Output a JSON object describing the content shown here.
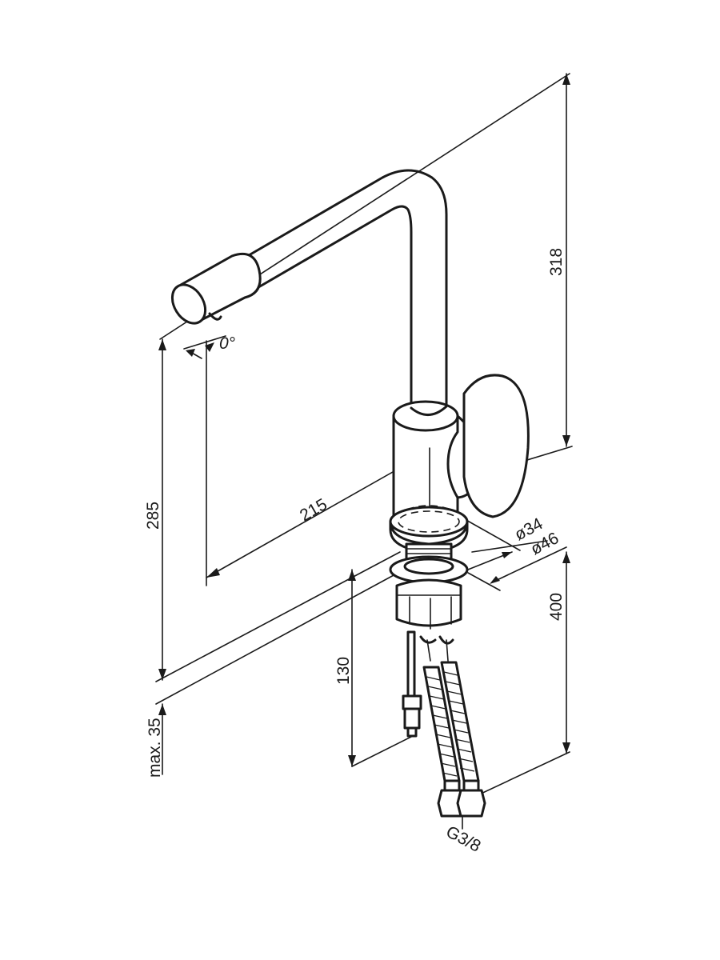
{
  "drawing": {
    "dimensions": {
      "angle": "0°",
      "total_height": "318",
      "spout_height": "285",
      "spout_reach": "215",
      "base_diameter_inner": "ø34",
      "base_diameter_outer": "ø46",
      "hose_length": "400",
      "shank_length": "130",
      "max_deck_thickness": "max. 35",
      "connection_thread": "G3/8"
    }
  }
}
